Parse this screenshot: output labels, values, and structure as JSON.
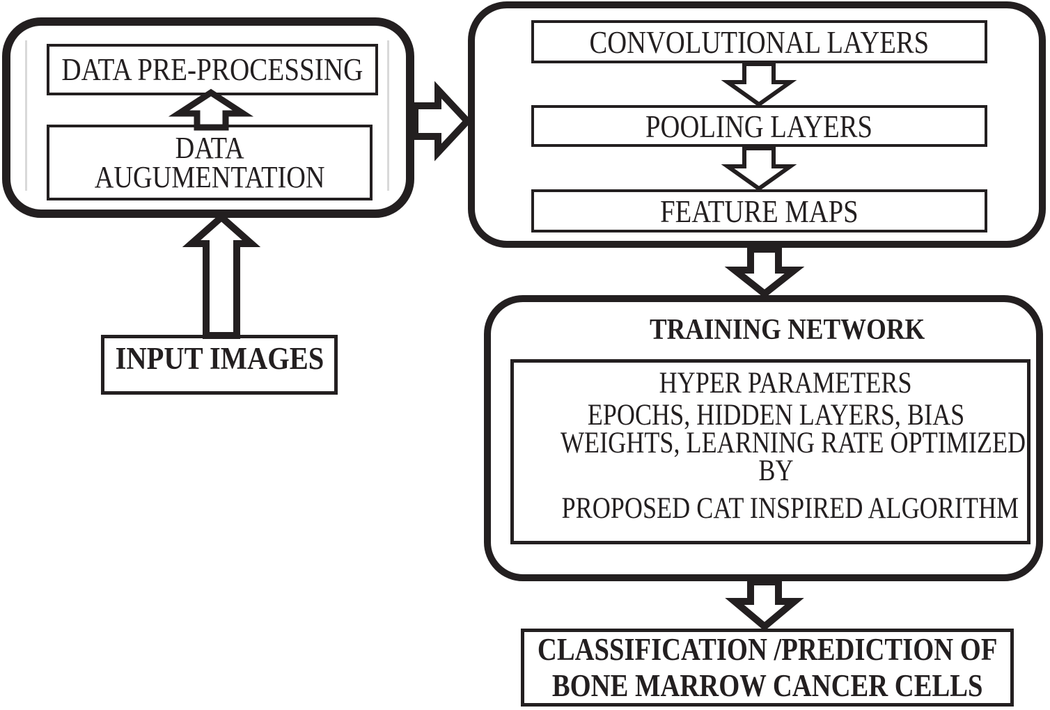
{
  "colors": {
    "ink": "#231f20",
    "background": "#ffffff",
    "artifact_line": "#d9d9d9"
  },
  "preprocessing_group": {
    "data_preprocessing_label": "DATA PRE-PROCESSING",
    "data_augmentation_line1": "DATA",
    "data_augmentation_line2": "AUGUMENTATION"
  },
  "input_images": {
    "label": "INPUT IMAGES"
  },
  "cnn_group": {
    "convolutional_label": "CONVOLUTIONAL LAYERS",
    "pooling_label": "POOLING LAYERS",
    "feature_maps_label": "FEATURE MAPS"
  },
  "training_group": {
    "title": "TRAINING NETWORK",
    "hyper_parameters": {
      "title": "HYPER PARAMETERS",
      "lines": [
        "EPOCHS, HIDDEN LAYERS, BIAS",
        "WEIGHTS, LEARNING RATE OPTIMIZED",
        "BY"
      ],
      "footer": "PROPOSED CAT INSPIRED ALGORITHM"
    }
  },
  "classification_box": {
    "line1": "CLASSIFICATION /PREDICTION OF",
    "line2": "BONE MARROW CANCER CELLS"
  },
  "icons": {
    "up_arrow_small": "block-arrow-up-outline",
    "up_arrow_input": "block-arrow-up-outline",
    "right_arrow": "block-arrow-right-outline",
    "down_arrow_conv_to_pooling": "block-arrow-down-outline",
    "down_arrow_pooling_to_feature": "block-arrow-down-outline",
    "down_arrow_cnn_to_training": "block-arrow-down-outline",
    "down_arrow_training_to_classification": "block-arrow-down-outline"
  }
}
